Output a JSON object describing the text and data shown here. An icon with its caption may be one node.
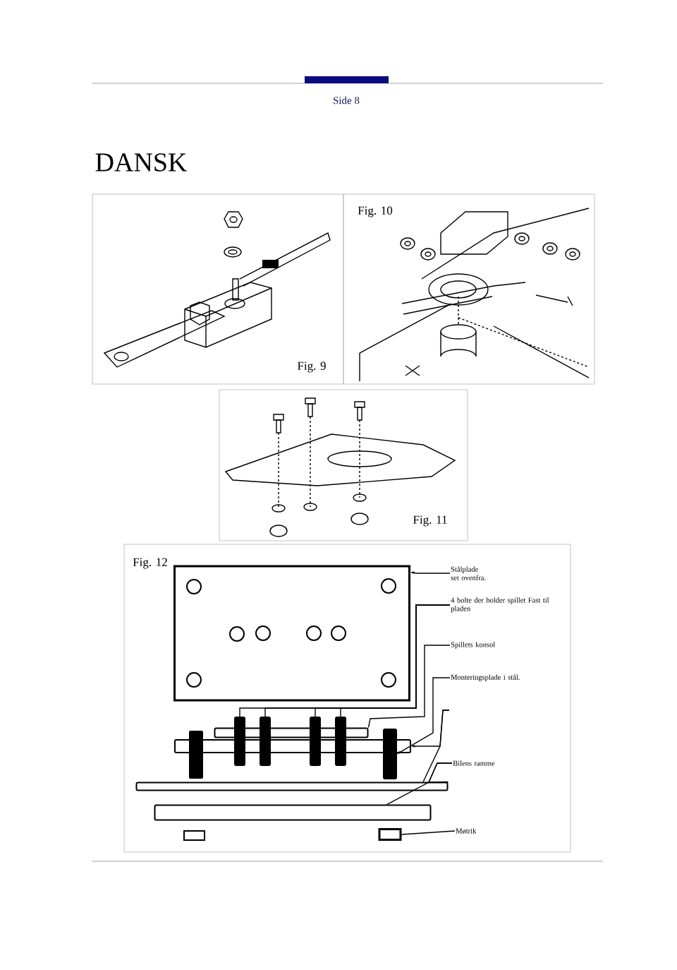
{
  "diagram": {
    "nodes": [
      {
        "text": [
          "Stålplade set ovenfra."
        ]
      },
      {
        "text": [],
        "shape": "box"
      },
      {
        "text": [
          "4 bolte der holder spillet Fast til pladen"
        ]
      },
      {
        "text": [],
        "shape": "bar"
      },
      {
        "text": [],
        "shape": "bar"
      },
      {
        "text": [],
        "shape": "bar"
      },
      {
        "text": [],
        "shape": "bar"
      },
      {
        "text": [
          "Spillets konsol"
        ]
      },
      {
        "text": [],
        "shape": "bar"
      },
      {
        "text": [
          "Monteringsplade i stål."
        ]
      },
      {
        "text": [],
        "shape": "bar"
      },
      {
        "text": [],
        "shape": "bar"
      },
      {
        "text": [
          "Bilens ramme"
        ]
      },
      {
        "text": [],
        "shape": "bar"
      },
      {
        "text": [],
        "shape": "bar"
      },
      {
        "text": [
          "Møtrik"
        ]
      },
      {
        "text": [],
        "shape": "box"
      }
    ],
    "edges": [
      {
        "from": 0,
        "to": 1,
        "arrow": "to"
      },
      {
        "from": 2,
        "to": 3,
        "arrow": "none"
      },
      {
        "from": 2,
        "to": 4,
        "arrow": "none"
      },
      {
        "from": 2,
        "to": 5,
        "arrow": "none"
      },
      {
        "from": 2,
        "to": 6,
        "arrow": "none"
      },
      {
        "from": 7,
        "to": 8,
        "arrow": "none"
      },
      {
        "from": 9,
        "to": 10,
        "arrow": "to"
      },
      {
        "from": null,
        "to": 11,
        "arrow": "to"
      },
      {
        "from": null,
        "to": 13,
        "arrow": "none"
      },
      {
        "from": 12,
        "to": 13,
        "arrow": "none"
      },
      {
        "from": 12,
        "to": 14,
        "arrow": "none"
      },
      {
        "from": 15,
        "to": 16,
        "arrow": "none"
      }
    ],
    "labels": [
      "Side 8",
      "DANSK",
      "Fig. 10",
      "Fig. 9",
      "Fig. 11",
      "Fig. 12"
    ]
  }
}
